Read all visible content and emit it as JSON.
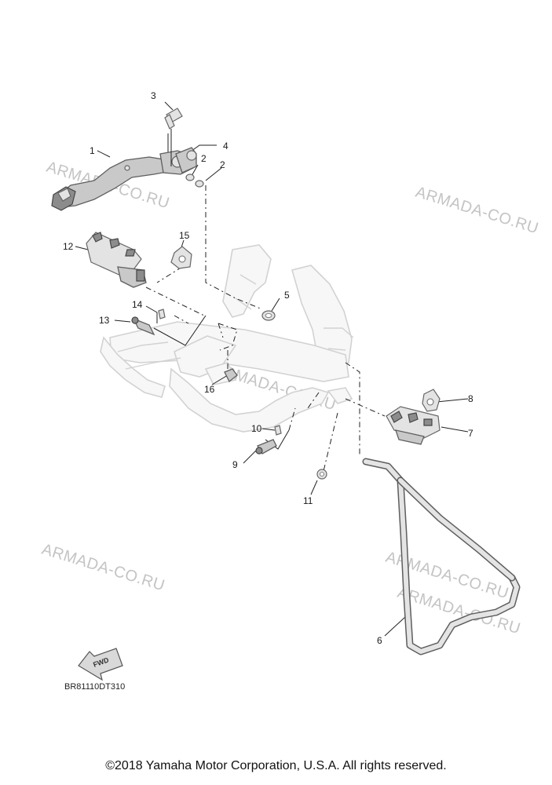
{
  "diagram": {
    "watermarks": [
      "ARMADA-CO.RU",
      "ARMADA-CO.RU",
      "ARMADA-CO.RU",
      "ARMADA-CO.RU",
      "ARMADA-CO.RU",
      "ARMADA-CO.RU"
    ],
    "callouts": [
      "1",
      "2",
      "2",
      "3",
      "4",
      "5",
      "6",
      "7",
      "8",
      "9",
      "10",
      "11",
      "12",
      "13",
      "14",
      "15",
      "16"
    ],
    "fwd_label": "FWD",
    "drawing_code": "BR81110DT310"
  },
  "footer": {
    "copyright": "©2018 Yamaha Motor Corporation, U.S.A. All rights reserved."
  }
}
